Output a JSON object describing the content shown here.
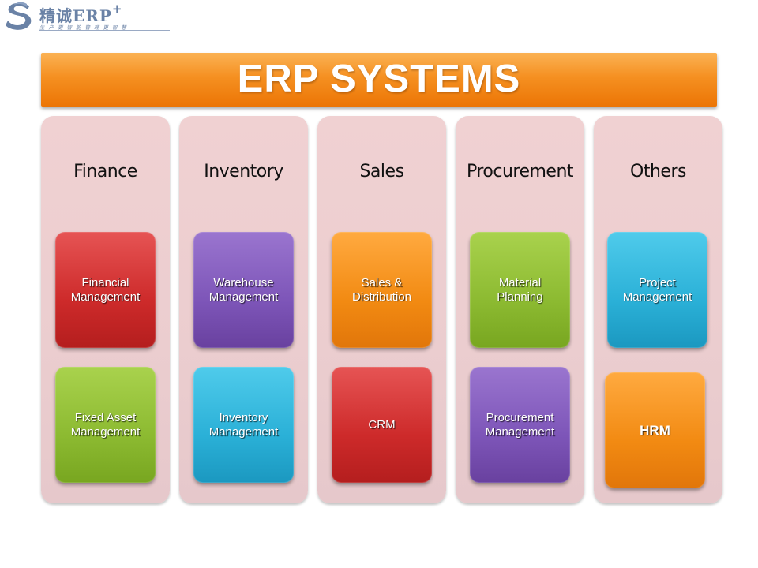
{
  "logo": {
    "name": "精诚ERP",
    "plus": "+",
    "slogan": "生产更智能管理更智慧"
  },
  "banner": {
    "title": "ERP SYSTEMS"
  },
  "columns": [
    {
      "title": "Finance",
      "modules": [
        {
          "label": "Financial\nManagement",
          "color": "#cd2a2a"
        },
        {
          "label": "Fixed Asset\nManagement",
          "color": "#8cba31"
        }
      ]
    },
    {
      "title": "Inventory",
      "modules": [
        {
          "label": "Warehouse\nManagement",
          "color": "#7d55b8"
        },
        {
          "label": "Inventory\nManagement",
          "color": "#2ab0d7"
        }
      ]
    },
    {
      "title": "Sales",
      "modules": [
        {
          "label": "Sales &\nDistribution",
          "color": "#f28a12"
        },
        {
          "label": "CRM",
          "color": "#cd2a2a"
        }
      ]
    },
    {
      "title": "Procurement",
      "modules": [
        {
          "label": "Material\nPlanning",
          "color": "#8cba31"
        },
        {
          "label": "Procurement\nManagement",
          "color": "#7d55b8"
        }
      ]
    },
    {
      "title": "Others",
      "modules": [
        {
          "label": "Project\nManagement",
          "color": "#2ab0d7"
        },
        {
          "label": "HRM",
          "color": "#f28a12"
        }
      ]
    }
  ],
  "colors": {
    "banner": "#f59021",
    "column_background": "#ebcdcf",
    "logo": "#6a82a6"
  }
}
